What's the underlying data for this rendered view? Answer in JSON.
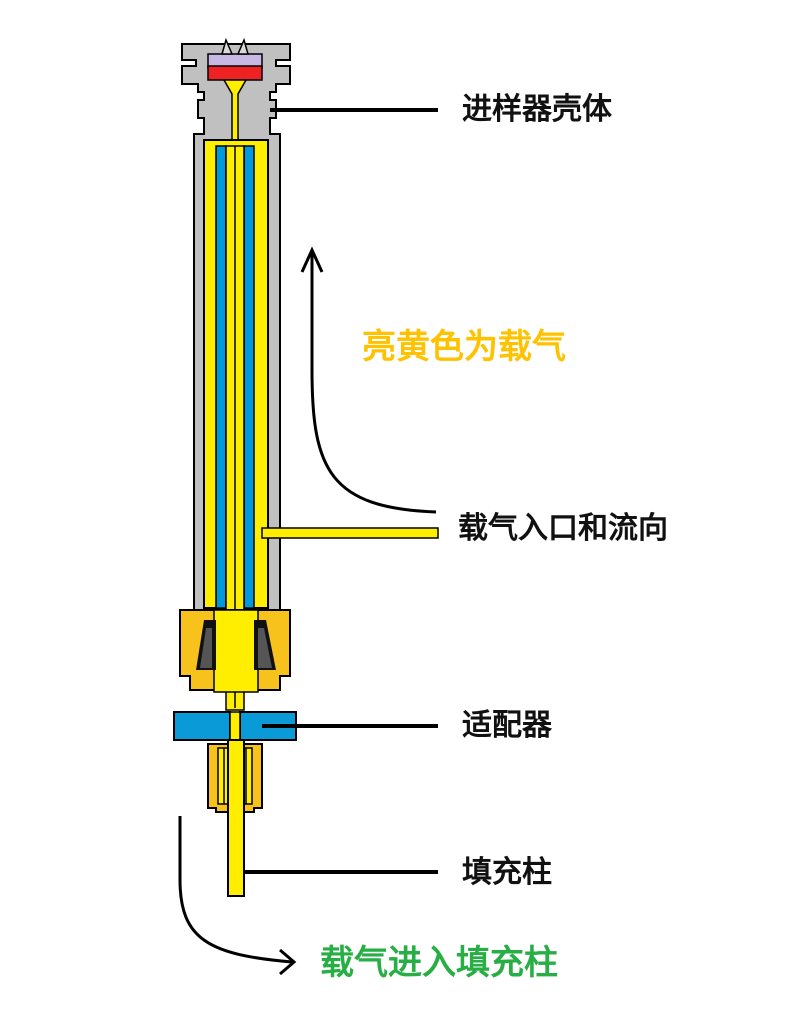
{
  "labels": {
    "housing": "进样器壳体",
    "carrier_inlet": "载气入口和流向",
    "adapter": "适配器",
    "column": "填充柱"
  },
  "notes": {
    "yellow_is_carrier": "亮黄色为载气",
    "enters_column": "载气进入填充柱"
  },
  "colors": {
    "housing_gray": "#c0c0c0",
    "carrier_yellow": "#ffee00",
    "liner_blue": "#0099dd",
    "adapter_blue": "#0a9ad8",
    "nut_orange": "#f7c21c",
    "septum_red": "#ee2222",
    "septum_cap_lilac": "#c8b9e4",
    "ferrule_black": "#111111",
    "note_yellow_text": "#ffc200",
    "note_green_text": "#27ae44",
    "outline": "#000000"
  }
}
